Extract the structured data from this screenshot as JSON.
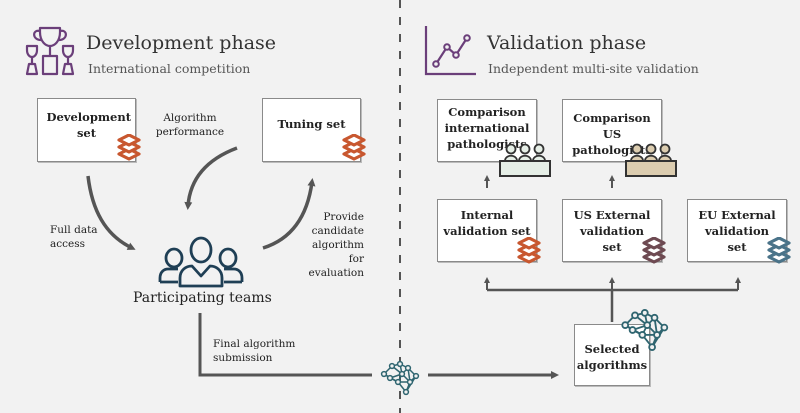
{
  "colors": {
    "accent_purple": "#6b3f7a",
    "arrow_gray": "#555555",
    "dataset_orange": "#c8572f",
    "dataset_mauve": "#6e4a52",
    "dataset_blue": "#4a7389",
    "network_teal": "#2f6570",
    "team_navy": "#1f3f55",
    "panel_green": "#e6efe7",
    "panel_tan": "#dccdb0"
  },
  "development": {
    "icon": "trophy-icon",
    "title": "Development phase",
    "subtitle": "International competition",
    "development_set": {
      "label": "Development set",
      "icon": "dataset-stack-icon"
    },
    "tuning_set": {
      "label": "Tuning set",
      "icon": "dataset-stack-icon"
    },
    "labels": {
      "algorithm_performance": "Algorithm performance",
      "full_data_access": "Full data access",
      "provide_candidate": "Provide candidate algorithm for evaluation",
      "final_submission": "Final algorithm submission"
    },
    "teams": {
      "label": "Participating teams",
      "icon": "people-group-icon"
    }
  },
  "validation": {
    "icon": "line-chart-icon",
    "title": "Validation phase",
    "subtitle": "Independent multi-site validation",
    "comparisons": [
      {
        "label": "Comparison international pathologists",
        "icon": "panel-of-pathologists-icon"
      },
      {
        "label": "Comparison US pathologists",
        "icon": "panel-of-pathologists-icon"
      }
    ],
    "validation_sets": [
      {
        "label": "Internal validation set",
        "icon": "dataset-stack-icon"
      },
      {
        "label": "US External validation set",
        "icon": "dataset-stack-icon"
      },
      {
        "label": "EU External validation set",
        "icon": "dataset-stack-icon"
      }
    ],
    "selected": {
      "label": "Selected algorithms",
      "icon": "neural-network-icon"
    }
  },
  "transfer_icon": "neural-network-icon"
}
